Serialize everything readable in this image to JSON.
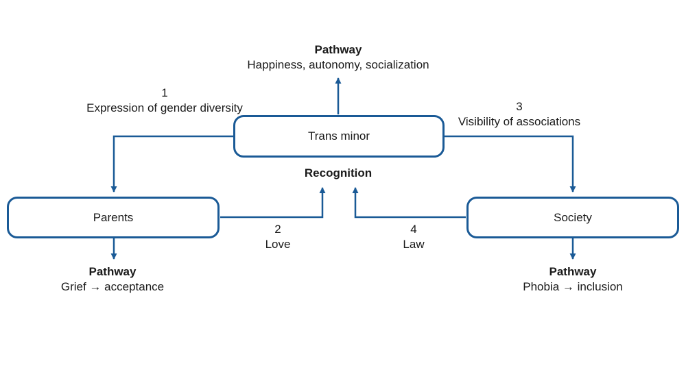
{
  "diagram": {
    "accent_color": "#1a5a96",
    "nodes": {
      "trans_minor": {
        "label": "Trans minor"
      },
      "parents": {
        "label": "Parents"
      },
      "society": {
        "label": "Society"
      }
    },
    "edges": {
      "e1": {
        "number": "1",
        "label": "Expression of gender diversity"
      },
      "e2": {
        "number": "2",
        "label": "Love"
      },
      "e3": {
        "number": "3",
        "label": "Visibility of associations"
      },
      "e4": {
        "number": "4",
        "label": "Law"
      }
    },
    "center_label": "Recognition",
    "pathways": {
      "top": {
        "title": "Pathway",
        "text": "Happiness, autonomy, socialization"
      },
      "left": {
        "title": "Pathway",
        "text": "Grief → acceptance"
      },
      "right": {
        "title": "Pathway",
        "text": "Phobia → inclusion"
      }
    }
  }
}
